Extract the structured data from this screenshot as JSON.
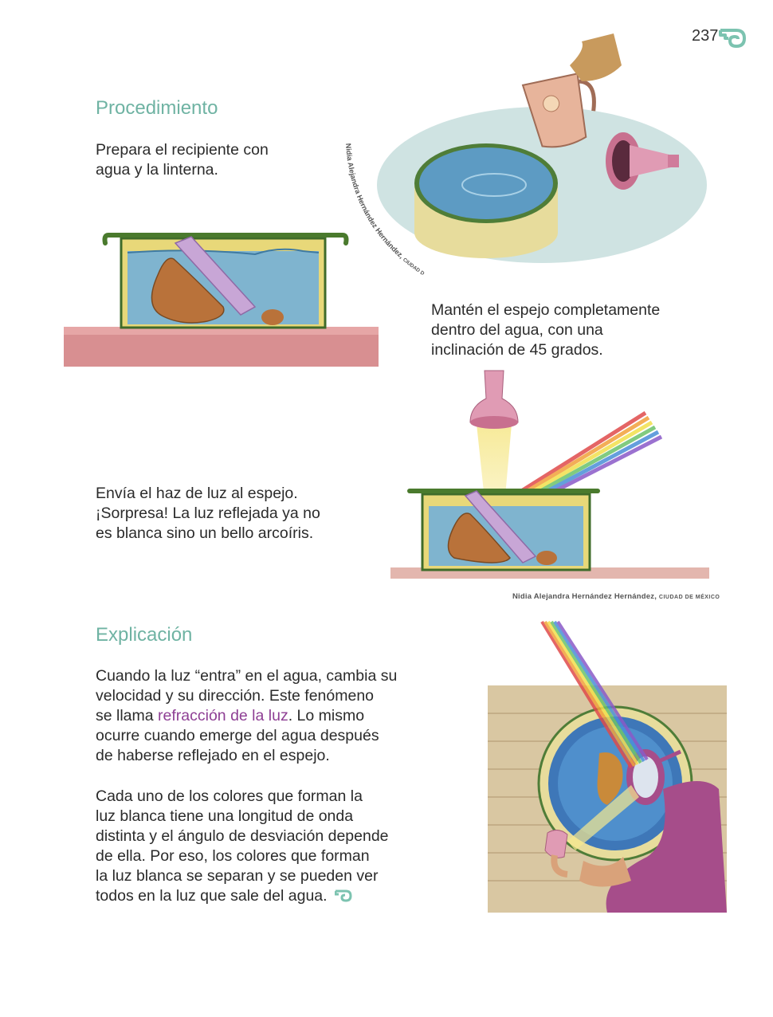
{
  "page": {
    "number": "237"
  },
  "procedure": {
    "heading": "Procedimiento",
    "step1": [
      "Prepara el recipiente con",
      "agua y la linterna."
    ],
    "step2": [
      "Mantén el espejo completamente",
      "dentro del agua, con una",
      "inclinación de 45 grados."
    ],
    "step3": [
      "Envía el haz de luz al espejo.",
      "¡Sorpresa! La luz reflejada ya no",
      "es blanca sino un bello arcoíris."
    ]
  },
  "credits": {
    "curved": "Nidia Alejandra Hernández Hernández,",
    "curved_city": "CIUDAD DE MÉXICO",
    "bottom_name": "Nidia Alejandra Hernández Hernández,",
    "bottom_city": "CIUDAD DE MÉXICO"
  },
  "explanation": {
    "heading": "Explicación",
    "para1_lines": [
      "Cuando la luz “entra” en el agua, cambia su",
      "velocidad y su dirección. Este fenómeno"
    ],
    "para1_line3_before": "se llama ",
    "para1_line3_highlight": "refracción de la luz",
    "para1_line3_after": ". Lo mismo",
    "para1_rest": [
      "ocurre cuando emerge del agua después",
      "de haberse reflejado en el espejo."
    ],
    "para2_lines": [
      "Cada uno de los colores que forman la",
      "luz blanca tiene una longitud de onda",
      "distinta y el ángulo de desviación depende",
      "de ella. Por eso, los colores que forman",
      "la luz blanca se separan y se pueden ver"
    ],
    "para2_last": "todos en la luz que sale del agua.",
    "highlight_color": "#8e3f94",
    "heading_color": "#6fb3a3"
  }
}
